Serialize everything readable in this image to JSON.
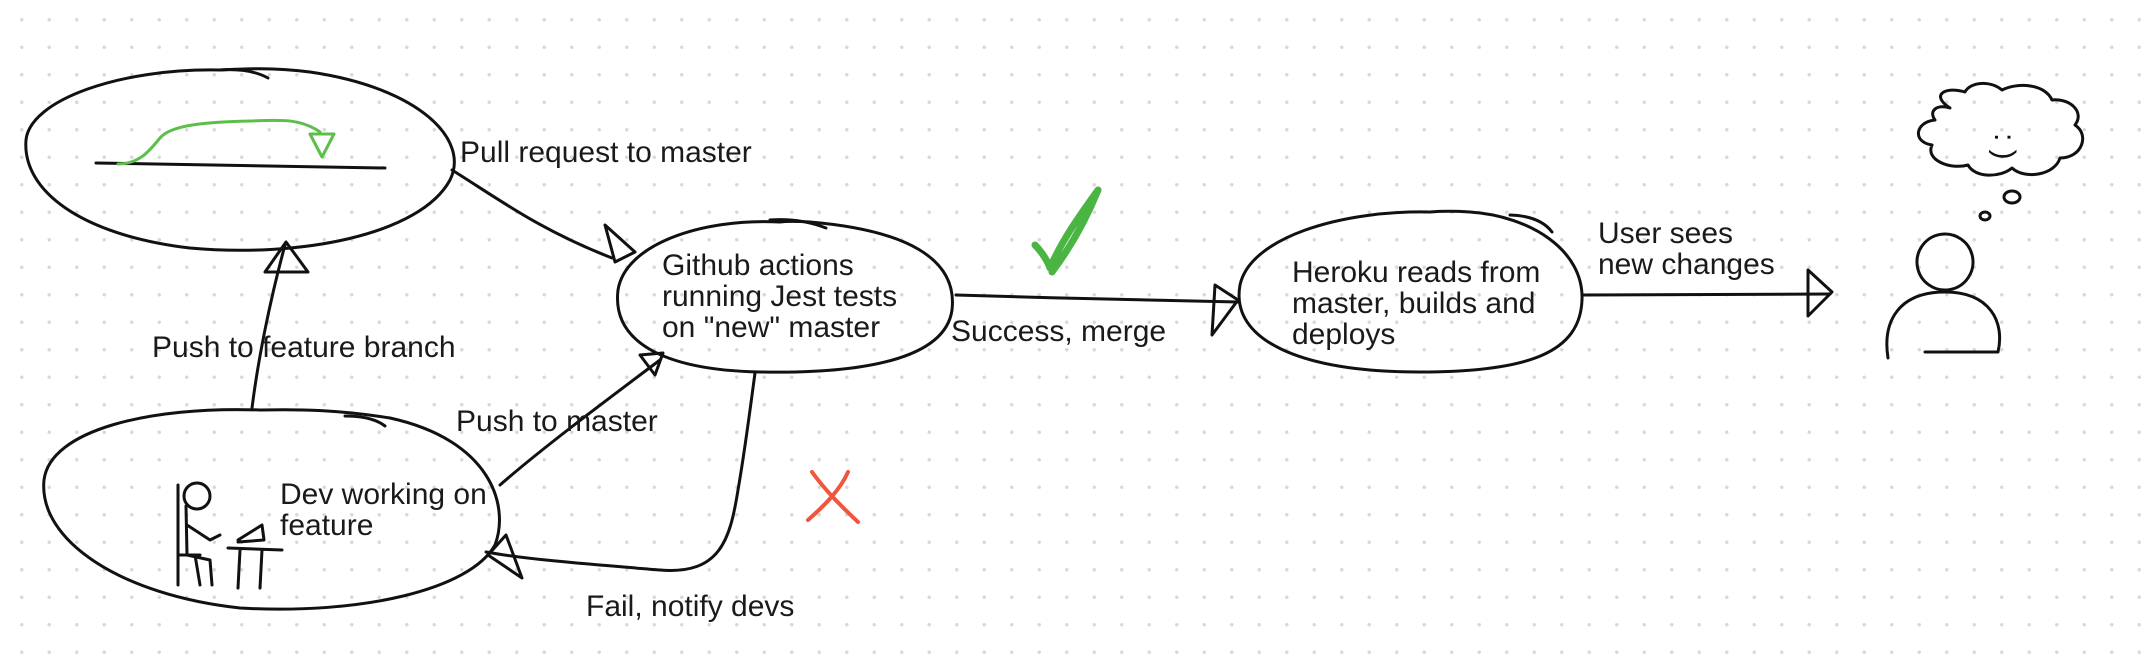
{
  "nodes": {
    "git_branch": {},
    "dev": {
      "label": "Dev working on\nfeature"
    },
    "github_actions": {
      "label": "Github actions\nrunning Jest tests\non \"new\" master"
    },
    "heroku": {
      "label": "Heroku reads from\nmaster, builds and\ndeploys"
    },
    "user": {}
  },
  "edges": {
    "pull_request": "Pull request to master",
    "push_feature": "Push to feature branch",
    "push_master": "Push to master",
    "success": "Success, merge",
    "fail": "Fail, notify devs",
    "user_sees": "User sees\nnew changes"
  },
  "thought_text": ": )",
  "colors": {
    "stroke": "#111111",
    "check": "#4bb543",
    "cross": "#f2553d",
    "branch_line": "#5cbf4a",
    "background_dots": "#d9d9d9"
  }
}
